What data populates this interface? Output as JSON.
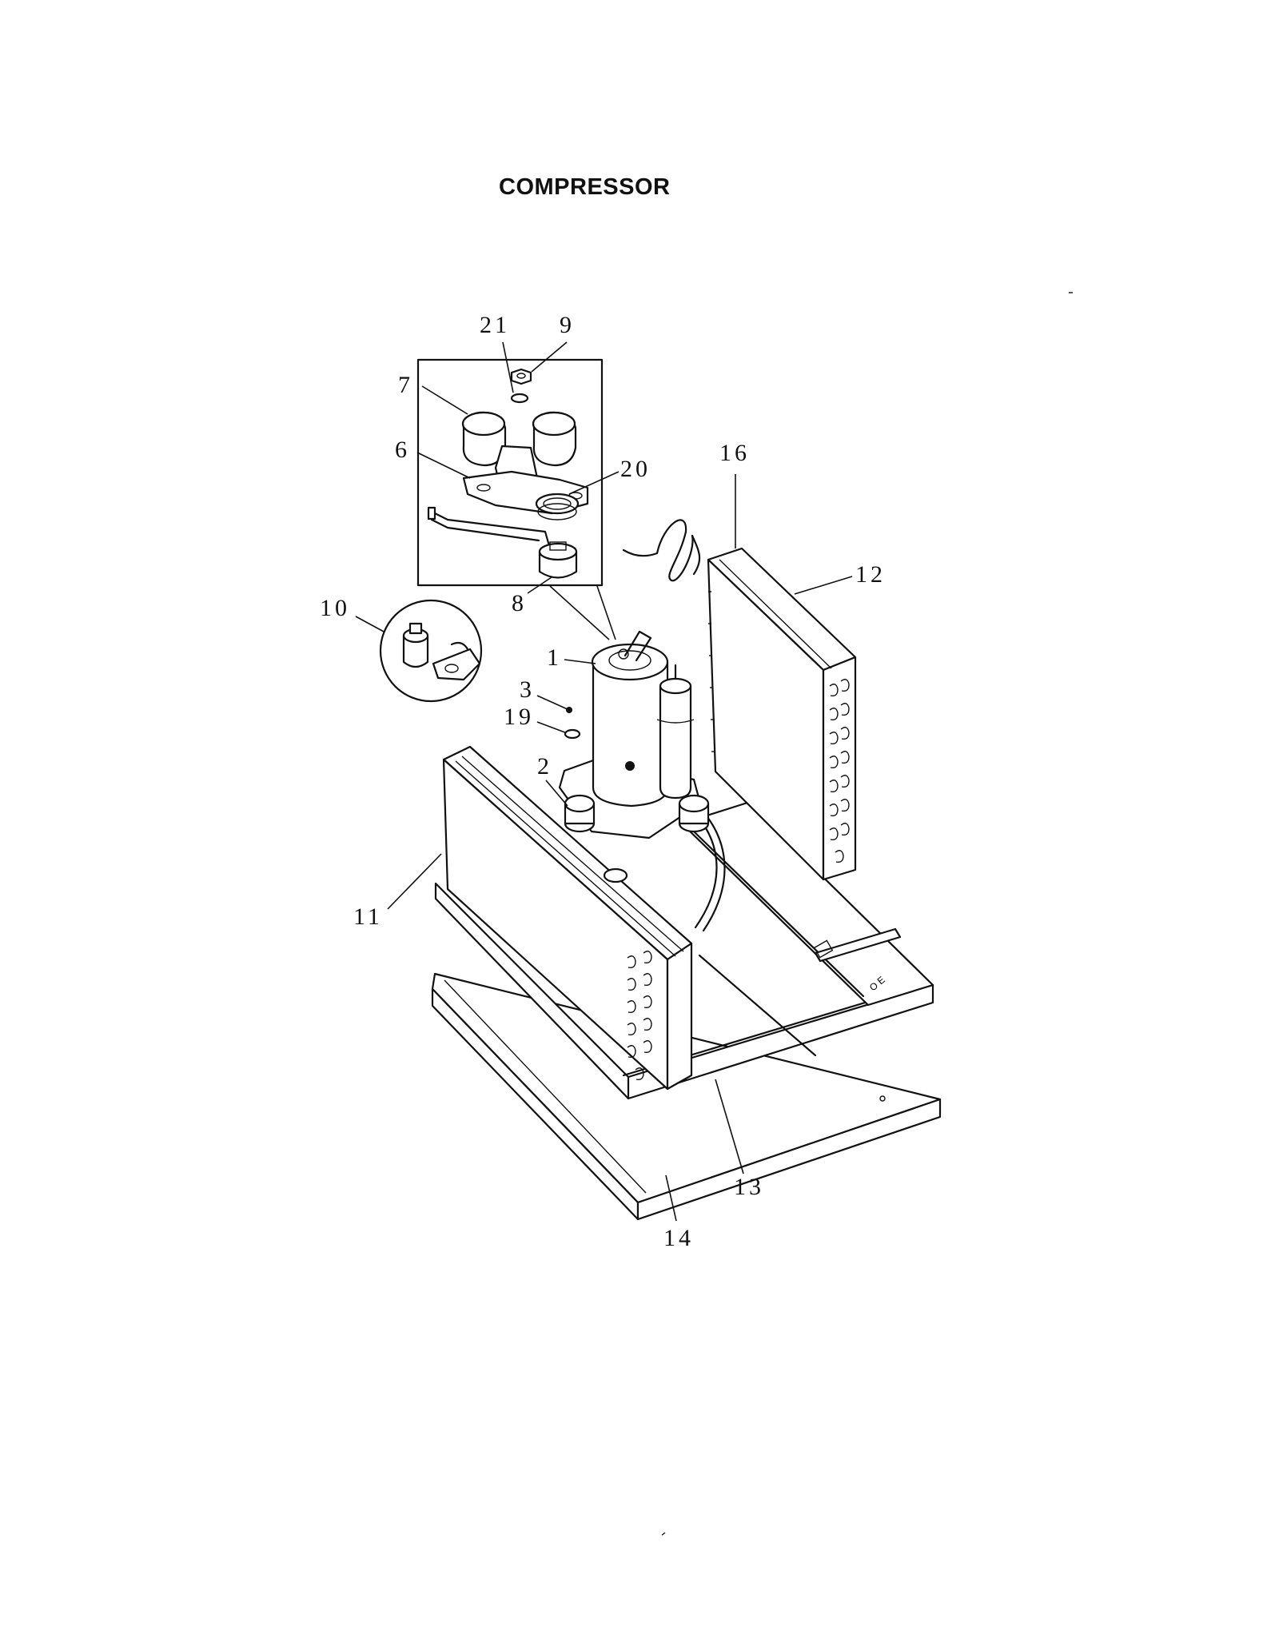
{
  "title": "COMPRESSOR",
  "callouts": {
    "c1": "1",
    "c2": "2",
    "c3": "3",
    "c6": "6",
    "c7": "7",
    "c8": "8",
    "c9": "9",
    "c10": "10",
    "c11": "11",
    "c12": "12",
    "c13": "13",
    "c14": "14",
    "c16": "16",
    "c19": "19",
    "c20": "20",
    "c21": "21"
  }
}
